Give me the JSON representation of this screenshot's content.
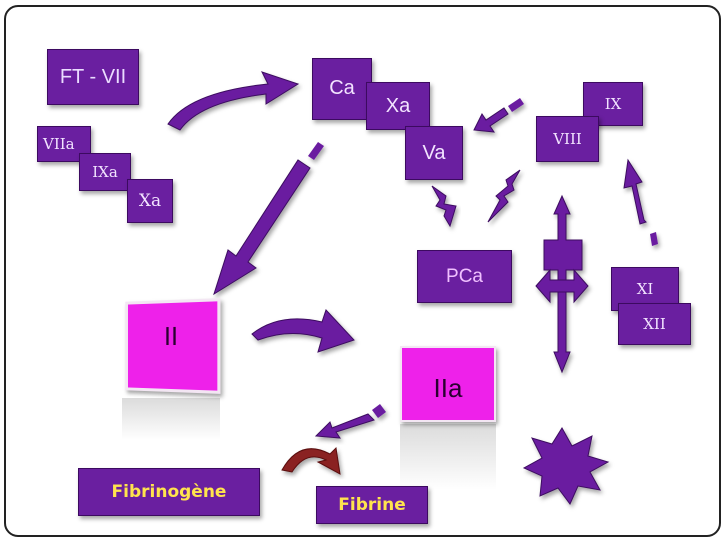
{
  "factors": {
    "ft_vii": "FT - VII",
    "viia": "VIIa",
    "ixa": "IXa",
    "xa_left": "Xa",
    "ca": "Ca",
    "xa_top": "Xa",
    "va": "Va",
    "viii": "VIII",
    "ix": "IX",
    "pca": "PCa",
    "xi": "XI",
    "xii": "XII",
    "ii": "II",
    "iia": "IIa",
    "fibrinogene": "Fibrinogène",
    "fibrine": "Fibrine"
  },
  "colors": {
    "purple": "#6a1fa0",
    "magenta": "#ee21ea",
    "yellow": "#ffe44d"
  }
}
